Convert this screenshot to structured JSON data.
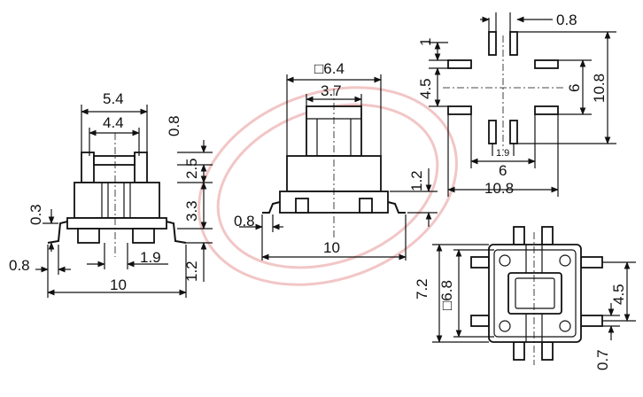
{
  "side_view": {
    "dims": {
      "top_outer_width": "5.4",
      "top_inner_width": "4.4",
      "cap_height": "0.8",
      "upper_body_height": "2.5",
      "mid_body_height": "3.3",
      "lead_thickness": "0.3",
      "lead_offset": "0.8",
      "lead_pitch": "1.9",
      "overall_width": "10",
      "base_height": "1.2"
    }
  },
  "front_view": {
    "dims": {
      "body_square": "□6.4",
      "actuator_width": "3.7",
      "base_height": "1.2",
      "lead_offset": "0.8",
      "overall_width": "10"
    }
  },
  "footprint": {
    "dims": {
      "pad_gap": "0.8",
      "pad_length": "1",
      "pad_pitch_v": "4.5",
      "pad_span_inner": "6",
      "pad_span_outer_v": "10.8",
      "pad_pitch_small": "1.9",
      "pad_span_inner_h": "6",
      "pad_span_outer_h": "10.8"
    }
  },
  "top_view": {
    "dims": {
      "outer_height": "7.2",
      "body_square": "□6.8",
      "lead_pitch": "4.5",
      "lead_width": "0.7"
    }
  },
  "colors": {
    "line": "#111111",
    "watermark": "#f2c6c6"
  }
}
